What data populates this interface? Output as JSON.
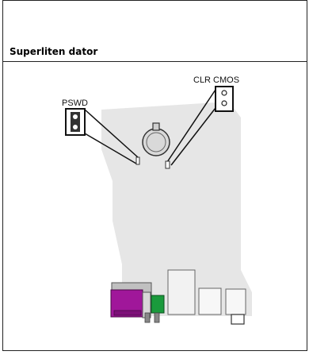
{
  "table": {
    "caption": "Superliten dator"
  },
  "figure": {
    "label_pswd": "PSWD",
    "label_clr_cmos": "CLR CMOS"
  }
}
